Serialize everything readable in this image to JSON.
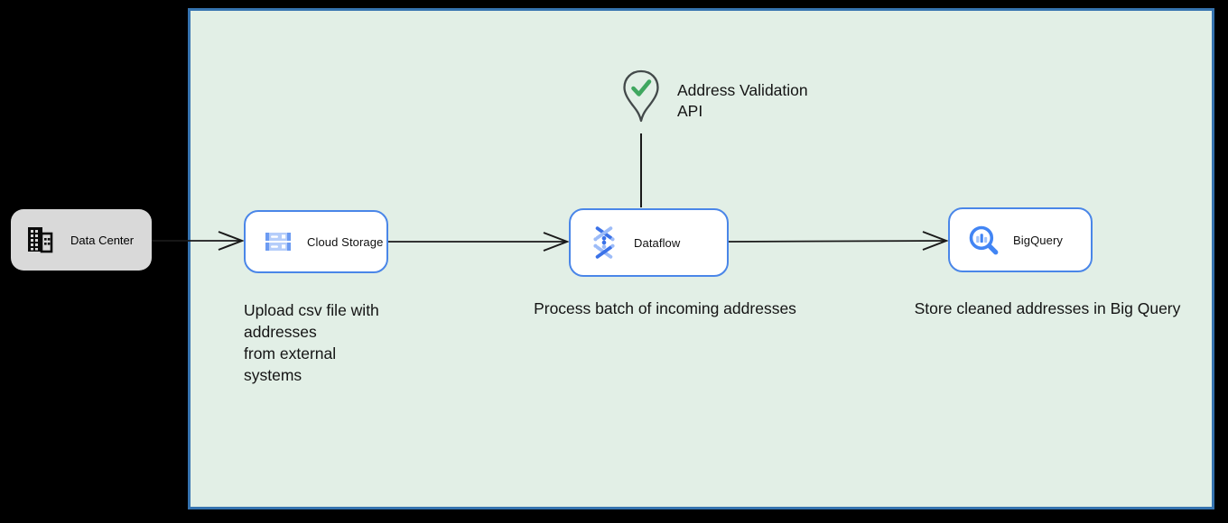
{
  "diagram": {
    "colors": {
      "canvas_background": "#000000",
      "panel_fill": "#e2efe6",
      "panel_border": "#3674b0",
      "node_border_blue": "#4a86e8",
      "node_gray_fill": "#d9d9d9",
      "icon_blue": "#4285f4",
      "icon_blue_light": "#aecbfa",
      "check_green": "#3fa75f",
      "connector_black": "#1a1a1a"
    },
    "nodes": {
      "data_center": {
        "label": "Data Center",
        "icon": "building-icon"
      },
      "cloud_storage": {
        "label": "Cloud Storage",
        "icon": "cloud-storage-icon"
      },
      "dataflow": {
        "label": "Dataflow",
        "icon": "dataflow-icon"
      },
      "bigquery": {
        "label": "BigQuery",
        "icon": "bigquery-icon"
      }
    },
    "annotations": {
      "address_validation": {
        "icon": "map-pin-check-icon",
        "lines": [
          "Address Validation",
          "API"
        ]
      },
      "upload_note": {
        "lines": [
          "Upload csv file with",
          "addresses",
          "from external",
          "systems"
        ]
      },
      "process_note": "Process batch of incoming addresses",
      "store_note": "Store cleaned addresses in Big Query"
    }
  }
}
